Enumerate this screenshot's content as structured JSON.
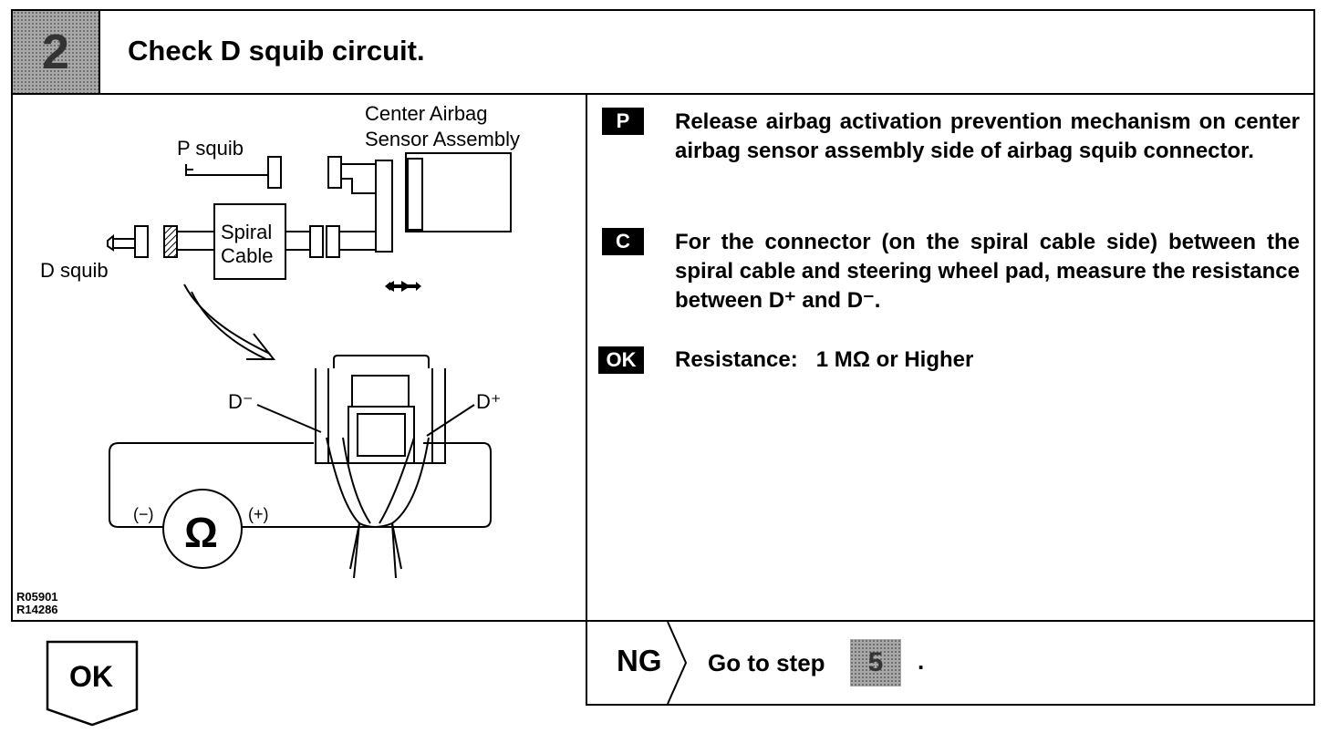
{
  "header": {
    "step_number": "2",
    "title": "Check D squib circuit."
  },
  "diagram": {
    "center_sensor_label_1": "Center Airbag",
    "center_sensor_label_2": "Sensor Assembly",
    "p_squib": "P squib",
    "d_squib": "D squib",
    "spiral_1": "Spiral",
    "spiral_2": "Cable",
    "d_minus": "D⁻",
    "d_plus": "D⁺",
    "neg": "(−)",
    "pos": "(+)",
    "ohm": "Ω",
    "ref_1": "R05901",
    "ref_2": "R14286"
  },
  "instructions": [
    {
      "tag": "P",
      "text": "Release airbag activation prevention mechanism on center airbag sensor assembly side of airbag squib connector."
    },
    {
      "tag": "C",
      "text": "For the connector (on the spiral cable side) between the spiral cable and steering wheel pad, measure the resistance between D⁺ and D⁻."
    },
    {
      "tag": "OK",
      "text": "Resistance:   1 MΩ or Higher"
    }
  ],
  "result": {
    "ok_label": "OK",
    "ng_label": "NG",
    "go_to_text": "Go to step",
    "go_to_step": "5",
    "trailing": "."
  }
}
